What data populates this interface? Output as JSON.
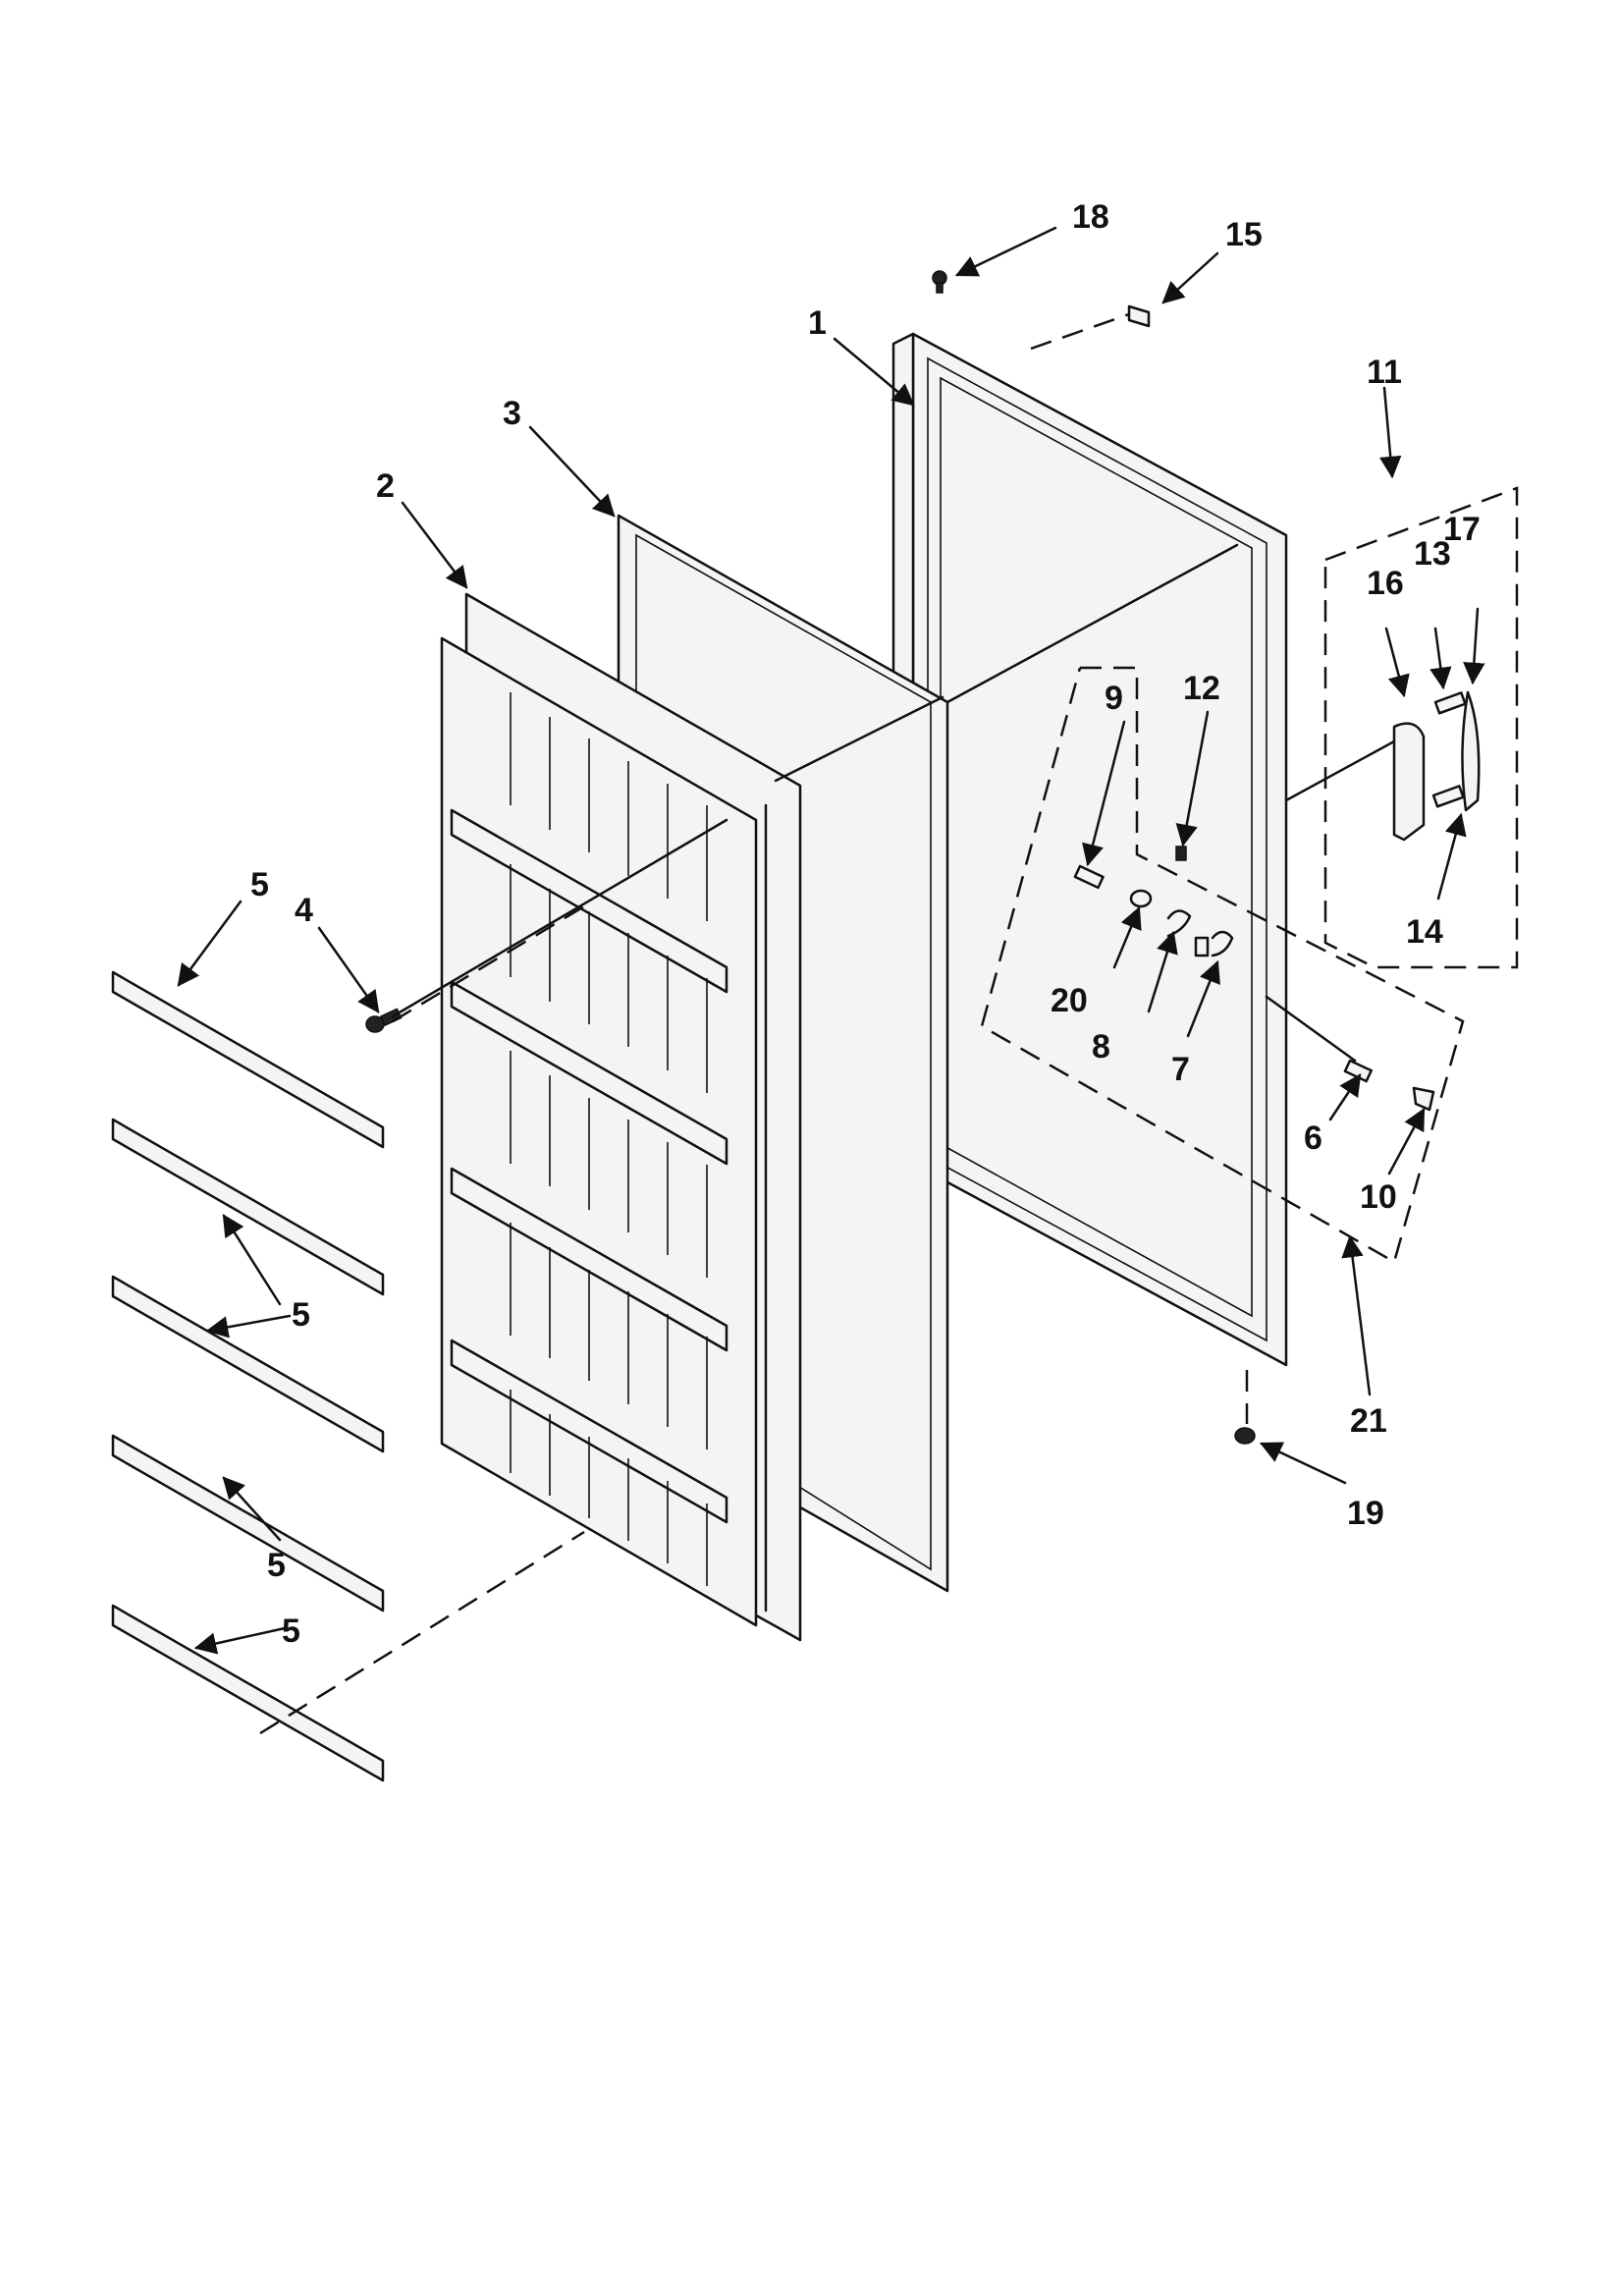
{
  "diagram": {
    "labels": {
      "p1": "1",
      "p2": "2",
      "p3": "3",
      "p4": "4",
      "p5a": "5",
      "p5b": "5",
      "p5c": "5",
      "p5d": "5",
      "p6": "6",
      "p7": "7",
      "p8": "8",
      "p9": "9",
      "p10": "10",
      "p11": "11",
      "p12": "12",
      "p13": "13",
      "p14": "14",
      "p15": "15",
      "p16": "16",
      "p17": "17",
      "p18": "18",
      "p19": "19",
      "p20": "20",
      "p21": "21"
    }
  }
}
